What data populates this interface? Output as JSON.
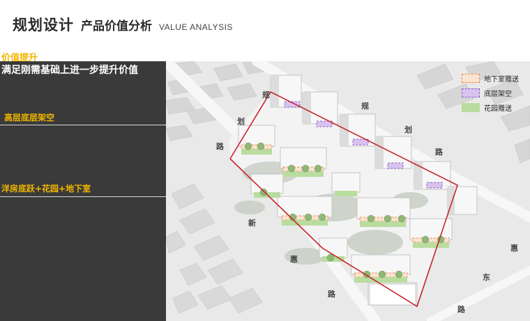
{
  "header": {
    "title": "规划设计",
    "subtitle": "产品价值分析",
    "subtitle_en": "VALUE ANALYSIS"
  },
  "section": {
    "label": "价值提升",
    "lead": "满足刚需基础上进一步提升价值",
    "item_1": "高层底层架空",
    "item_2": "洋房底跃+花园+地下室"
  },
  "legend": [
    {
      "label": "地下室赠送",
      "swatch": "basement"
    },
    {
      "label": "底层架空",
      "swatch": "stilt"
    },
    {
      "label": "花园赠送",
      "swatch": "garden"
    }
  ],
  "roads": {
    "north": [
      "规",
      "划",
      "路"
    ],
    "north_east": [
      "规",
      "划",
      "路"
    ],
    "south": [
      "新",
      "惠",
      "路"
    ],
    "east": [
      "惠",
      "东",
      "路"
    ]
  },
  "colors": {
    "accent": "#f2b600",
    "panel": "#3a3a3a",
    "boundary": "#c8242b",
    "basement": "#e98a4e",
    "stilt": "#8d5fc9",
    "garden": "#b9dc9f"
  }
}
